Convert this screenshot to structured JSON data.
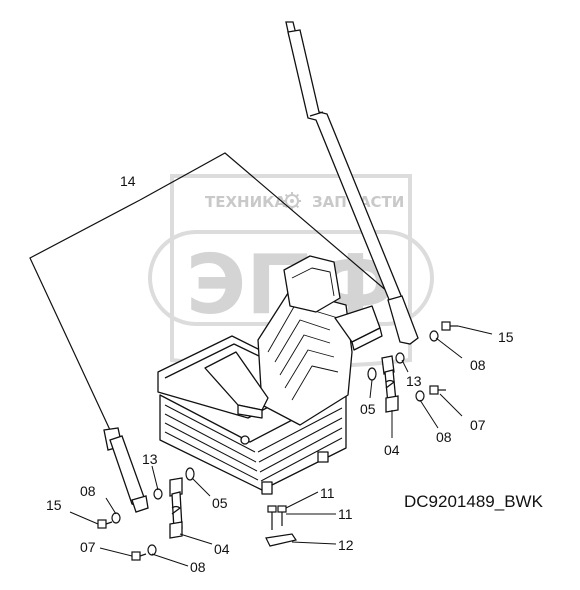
{
  "drawing": {
    "code": "DC9201489_BWK"
  },
  "watermark": {
    "top_left": "ТЕХНИКА",
    "top_right": "ЗАПЧАСТИ",
    "big": "ЭПФ",
    "icon": "gear-icon"
  },
  "callouts": {
    "c14": "14",
    "c15_right": "15",
    "c08_right_top": "08",
    "c13_right": "13",
    "c05_right": "05",
    "c07_right": "07",
    "c08_right_bottom": "08",
    "c04_right": "04",
    "c11_top": "11",
    "c11_bottom": "11",
    "c12": "12",
    "c13_left": "13",
    "c08_left_top": "08",
    "c15_left": "15",
    "c05_left": "05",
    "c04_left": "04",
    "c07_left": "07",
    "c08_left_bottom": "08"
  }
}
